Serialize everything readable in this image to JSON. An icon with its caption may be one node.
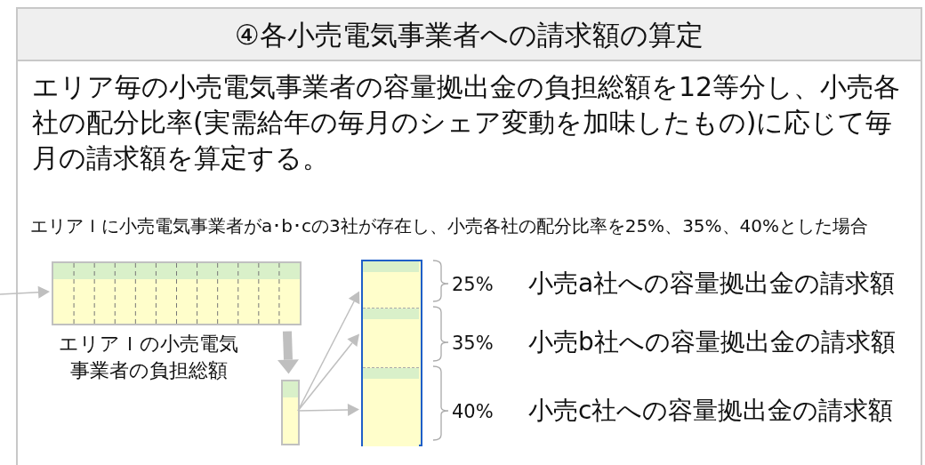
{
  "diagram": {
    "nodes": [
      {
        "text": [
          "④各小売電気事業者への請求額の算定",
          "エリア毎の小売電気事業者の容量拠出金の負担総額を12等分し、小売各社の配分比率(実需給年の毎月のシェア変動を加味したもの)に応じて毎月の請求額を算定する。",
          "エリアＩに小売電気事業者がa･b･cの3社が存在し、小売各社の配分比率を25%、35%、40%とした場合"
        ]
      },
      {
        "text": [],
        "shape": "bar",
        "in": 0,
        "beside": [
          "エリアＩの小売電気事業者の負担総額"
        ]
      },
      {
        "text": [],
        "shape": "bar",
        "in": 0
      },
      {
        "text": [],
        "shape": "bar",
        "in": 0
      },
      {
        "text": [],
        "shape": "bar",
        "in": 3,
        "beside": [
          "25%",
          "小売a社への容量拠出金の請求額"
        ]
      },
      {
        "text": [],
        "shape": "bar",
        "in": 3,
        "beside": [
          "35%",
          "小売b社への容量拠出金の請求額"
        ]
      },
      {
        "text": [],
        "shape": "bar",
        "in": 3,
        "beside": [
          "40%",
          "小売c社への容量拠出金の請求額"
        ]
      }
    ],
    "edges": [
      {
        "from": null,
        "to": 1,
        "arrow": "to"
      },
      {
        "from": 1,
        "to": 2,
        "arrow": "to",
        "style": "thick"
      },
      {
        "from": 2,
        "to": 4,
        "arrow": "to"
      },
      {
        "from": 2,
        "to": 5,
        "arrow": "to"
      },
      {
        "from": 2,
        "to": 6,
        "arrow": "to"
      }
    ]
  }
}
